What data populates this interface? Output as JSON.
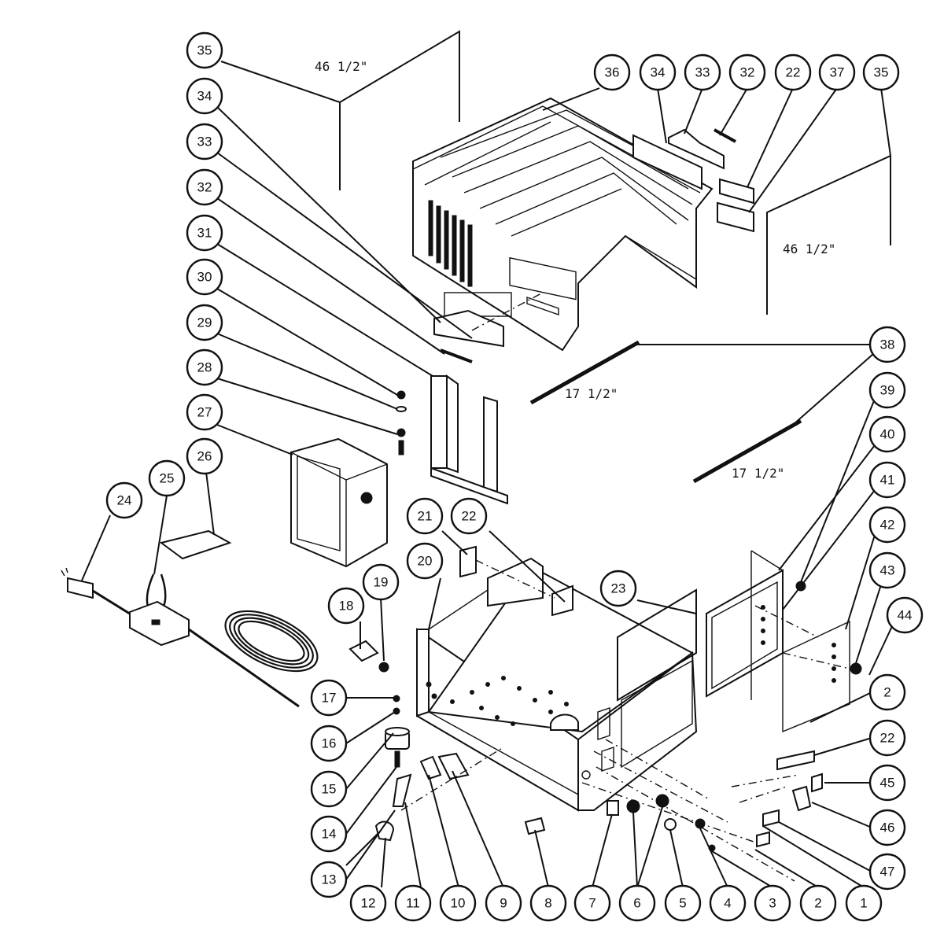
{
  "diagram": {
    "callouts": [
      {
        "label": "35"
      },
      {
        "label": "34"
      },
      {
        "label": "33"
      },
      {
        "label": "32"
      },
      {
        "label": "31"
      },
      {
        "label": "30"
      },
      {
        "label": "29"
      },
      {
        "label": "28"
      },
      {
        "label": "27"
      },
      {
        "label": "26"
      },
      {
        "label": "25"
      },
      {
        "label": "24"
      },
      {
        "label": "36"
      },
      {
        "label": "34"
      },
      {
        "label": "33"
      },
      {
        "label": "32"
      },
      {
        "label": "22"
      },
      {
        "label": "37"
      },
      {
        "label": "35"
      },
      {
        "label": "38"
      },
      {
        "label": "39"
      },
      {
        "label": "40"
      },
      {
        "label": "41"
      },
      {
        "label": "42"
      },
      {
        "label": "43"
      },
      {
        "label": "44"
      },
      {
        "label": "2"
      },
      {
        "label": "22"
      },
      {
        "label": "45"
      },
      {
        "label": "46"
      },
      {
        "label": "47"
      },
      {
        "label": "21"
      },
      {
        "label": "22"
      },
      {
        "label": "20"
      },
      {
        "label": "23"
      },
      {
        "label": "18"
      },
      {
        "label": "19"
      },
      {
        "label": "17"
      },
      {
        "label": "16"
      },
      {
        "label": "15"
      },
      {
        "label": "14"
      },
      {
        "label": "13"
      },
      {
        "label": "12"
      },
      {
        "label": "11"
      },
      {
        "label": "10"
      },
      {
        "label": "9"
      },
      {
        "label": "8"
      },
      {
        "label": "7"
      },
      {
        "label": "6"
      },
      {
        "label": "5"
      },
      {
        "label": "4"
      },
      {
        "label": "3"
      },
      {
        "label": "2"
      },
      {
        "label": "1"
      }
    ],
    "dimensions": [
      {
        "text": "46 1/2\""
      },
      {
        "text": "46 1/2\""
      },
      {
        "text": "17 1/2\""
      },
      {
        "text": "17 1/2\""
      }
    ]
  }
}
